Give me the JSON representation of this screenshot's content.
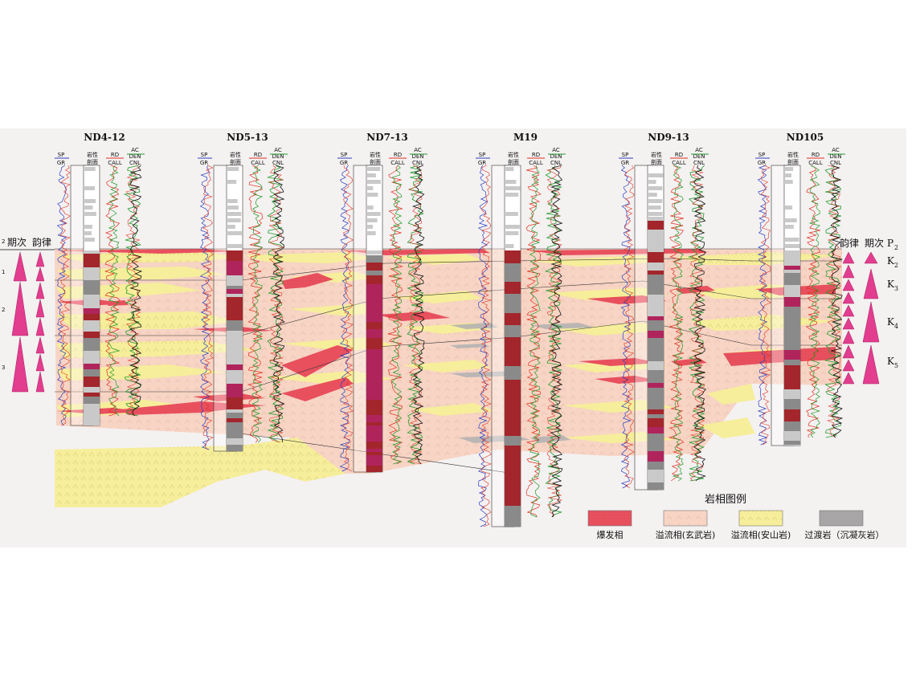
{
  "wells": [
    {
      "name": "ND4-12",
      "log1_top": "SP",
      "log1_bottom": "GR",
      "lith_label": [
        "岩性",
        "剖面"
      ],
      "log2_top": "RD",
      "log2_bottom": "CALL",
      "log3_top": "AC",
      "log3_mid": "DEN",
      "log3_bottom": "CNL"
    },
    {
      "name": "ND5-13",
      "log1_top": "SP",
      "log1_bottom": "GR",
      "lith_label": [
        "岩性",
        "剖面"
      ],
      "log2_top": "RD",
      "log2_bottom": "CALL",
      "log3_top": "AC",
      "log3_mid": "DEN",
      "log3_bottom": "CNL"
    },
    {
      "name": "ND7-13",
      "log1_top": "SP",
      "log1_bottom": "GR",
      "lith_label": [
        "岩性",
        "剖面"
      ],
      "log2_top": "RD",
      "log2_bottom": "CALL",
      "log3_top": "AC",
      "log3_mid": "DEN",
      "log3_bottom": "CNL"
    },
    {
      "name": "M19",
      "log1_top": "SP",
      "log1_bottom": "GR",
      "lith_label": [
        "岩性",
        "剖面"
      ],
      "log2_top": "RD",
      "log2_bottom": "CALL",
      "log3_top": "AC",
      "log3_mid": "DEN",
      "log3_bottom": "CNL"
    },
    {
      "name": "ND9-13",
      "log1_top": "SP",
      "log1_bottom": "GR",
      "lith_label": [
        "岩性",
        "剖面"
      ],
      "log2_top": "RD",
      "log2_bottom": "CALL",
      "log3_top": "AC",
      "log3_mid": "DEN",
      "log3_bottom": "CNL"
    },
    {
      "name": "ND105",
      "log1_top": "SP",
      "log1_bottom": "GR",
      "lith_label": [
        "岩性",
        "剖面"
      ],
      "log2_top": "RD",
      "log2_bottom": "CALL",
      "log3_top": "AC",
      "log3_mid": "DEN",
      "log3_bottom": "CNL"
    }
  ],
  "left_header": {
    "stage": "期次",
    "rhythm": "韵律"
  },
  "right_header": {
    "rhythm": "韵律",
    "stage": "期次"
  },
  "left_index": [
    "2",
    "1",
    "2",
    "3"
  ],
  "zones": [
    {
      "main": "P",
      "sub": "2"
    },
    {
      "main": "K",
      "sub": "2"
    },
    {
      "main": "K",
      "sub": "3"
    },
    {
      "main": "K",
      "sub": "4"
    },
    {
      "main": "K",
      "sub": "5"
    }
  ],
  "legend": {
    "title": "岩相图例",
    "items": [
      {
        "label": "爆发相",
        "color": "#e8505e"
      },
      {
        "label": "溢流相(玄武岩)",
        "color": "#f7d4c4"
      },
      {
        "label": "溢流相(安山岩)",
        "color": "#f6ee9a"
      },
      {
        "label": "过渡岩（沉凝灰岩）",
        "color": "#a7a5a5"
      }
    ]
  },
  "colors": {
    "explosive": "#e8505e",
    "basalt": "#f7d4c4",
    "andesite": "#f6ee9a",
    "transition": "#a7a5a5",
    "lith_dark_red": "#a3262c",
    "lith_magenta": "#b0245c",
    "lith_gray": "#8a8a8a",
    "lith_light_gray": "#c9c9c9",
    "triangle": "#e23d8f",
    "curve_red": "#e03020",
    "curve_green": "#1f9a2a",
    "curve_blue": "#2a3fc0",
    "curve_black": "#111111"
  }
}
